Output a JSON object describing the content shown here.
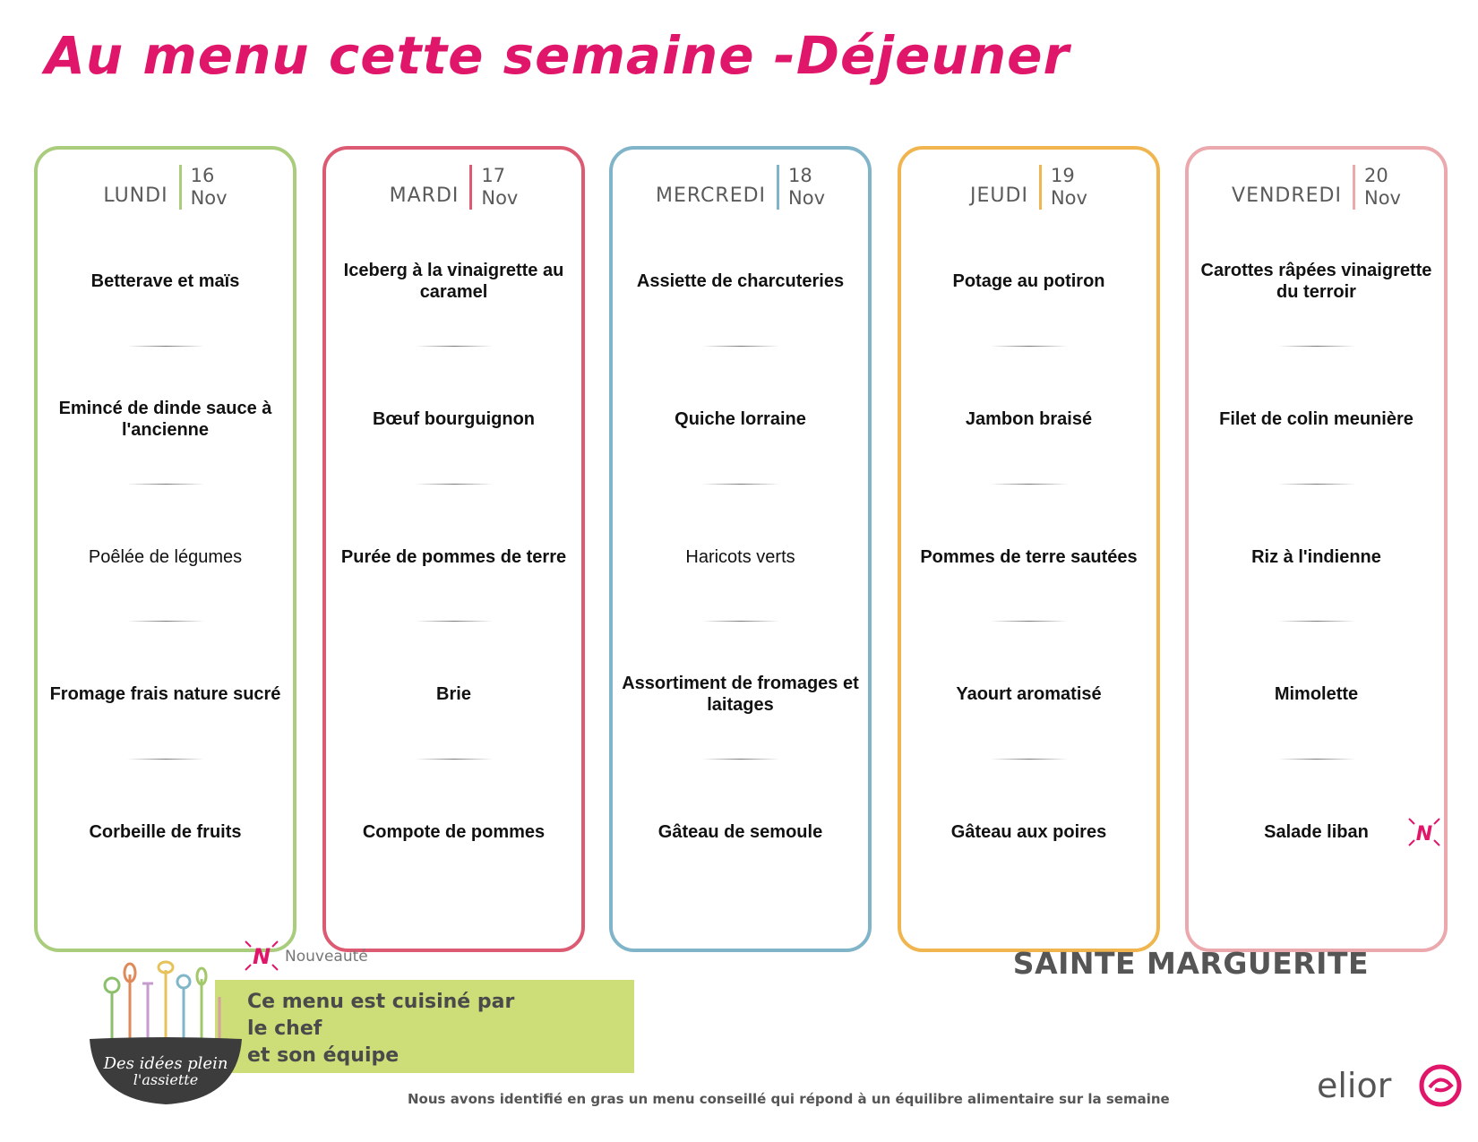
{
  "title": "Au menu cette semaine -Déjeuner",
  "new_badge": {
    "letter": "N",
    "label": "Nouveauté"
  },
  "days": [
    {
      "name": "LUNDI",
      "date_day": "16",
      "date_month": "Nov",
      "color": "#a9cc7d",
      "dishes": [
        {
          "text": "Betterave et maïs",
          "bold": true
        },
        {
          "text": "Emincé de dinde sauce à l'ancienne",
          "bold": true
        },
        {
          "text": "Poêlée de légumes",
          "bold": false
        },
        {
          "text": "Fromage frais nature sucré",
          "bold": true
        },
        {
          "text": "Corbeille de fruits",
          "bold": true
        }
      ]
    },
    {
      "name": "MARDI",
      "date_day": "17",
      "date_month": "Nov",
      "color": "#dc5a72",
      "dishes": [
        {
          "text": "Iceberg à la vinaigrette au caramel",
          "bold": true
        },
        {
          "text": "Bœuf bourguignon",
          "bold": true
        },
        {
          "text": "Purée de pommes de terre",
          "bold": true
        },
        {
          "text": "Brie",
          "bold": true
        },
        {
          "text": "Compote de pommes",
          "bold": true
        }
      ]
    },
    {
      "name": "MERCREDI",
      "date_day": "18",
      "date_month": "Nov",
      "color": "#80b4c8",
      "dishes": [
        {
          "text": "Assiette de charcuteries",
          "bold": true
        },
        {
          "text": "Quiche lorraine",
          "bold": true
        },
        {
          "text": "Haricots verts",
          "bold": false
        },
        {
          "text": "Assortiment de fromages et laitages",
          "bold": true
        },
        {
          "text": "Gâteau de semoule",
          "bold": true
        }
      ]
    },
    {
      "name": "JEUDI",
      "date_day": "19",
      "date_month": "Nov",
      "color": "#f0b54e",
      "dishes": [
        {
          "text": "Potage au potiron",
          "bold": true
        },
        {
          "text": "Jambon braisé",
          "bold": true
        },
        {
          "text": "Pommes de terre sautées",
          "bold": true
        },
        {
          "text": "Yaourt aromatisé",
          "bold": true
        },
        {
          "text": "Gâteau aux poires",
          "bold": true
        }
      ]
    },
    {
      "name": "VENDREDI",
      "date_day": "20",
      "date_month": "Nov",
      "color": "#eba8ad",
      "dishes": [
        {
          "text": "Carottes râpées vinaigrette du terroir",
          "bold": true
        },
        {
          "text": "Filet de colin meunière",
          "bold": true
        },
        {
          "text": "Riz à l'indienne",
          "bold": true
        },
        {
          "text": "Mimolette",
          "bold": true
        },
        {
          "text": "Salade liban",
          "bold": true,
          "new": true
        }
      ]
    }
  ],
  "chef_note": {
    "line1": "Ce menu est cuisiné par",
    "line2": "le chef",
    "line3": "et son équipe"
  },
  "bowl_text": {
    "line1": "Des idées plein",
    "line2": "l'assiette"
  },
  "site_name": "SAINTE MARGUERITE",
  "footnote": "Nous avons identifié en gras un menu conseillé qui répond à un équilibre alimentaire sur la semaine",
  "logo": "elior"
}
